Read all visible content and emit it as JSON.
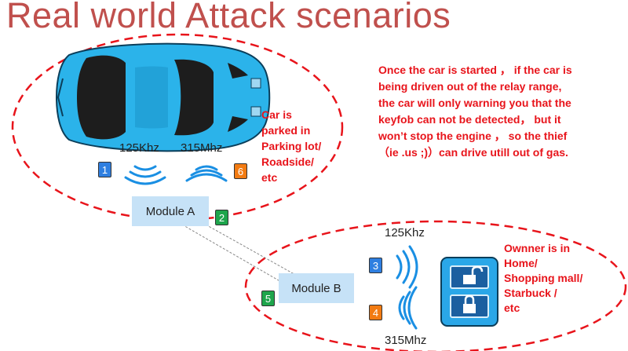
{
  "title": "Real world Attack scenarios",
  "freq_car_low": "125Khz",
  "freq_car_high": "315Mhz",
  "freq_owner_low": "125Khz",
  "freq_owner_high": "315Mhz",
  "car_note": [
    "Car is",
    "parked in",
    "Parking lot/",
    "Roadside/",
    "etc"
  ],
  "owner_note": [
    "Ownner is in",
    "Home/",
    "Shopping mall/",
    "Starbuck /",
    "etc"
  ],
  "description": [
    "Once the car is started ， if the car is",
    "being driven out of the relay range,",
    "the car will only warning you that the",
    "keyfob can not be detected， but it",
    "won’t stop the engine ， so the thief",
    "（ie .us ;)）can drive utill out of gas."
  ],
  "module_a": "Module A",
  "module_b": "Module B",
  "badges": {
    "b1": "1",
    "b2": "2",
    "b3": "3",
    "b4": "4",
    "b5": "5",
    "b6": "6"
  },
  "colors": {
    "title": "#c0504d",
    "dashed": "#e8141b",
    "car": "#2bb3ea",
    "wave": "#1a8fe3",
    "keyfob": "#2aa7e8",
    "module": "#c6e2f7"
  },
  "icons": [
    "car-icon",
    "wave-icon",
    "keyfob-icon",
    "lock-icon",
    "unlock-icon"
  ]
}
